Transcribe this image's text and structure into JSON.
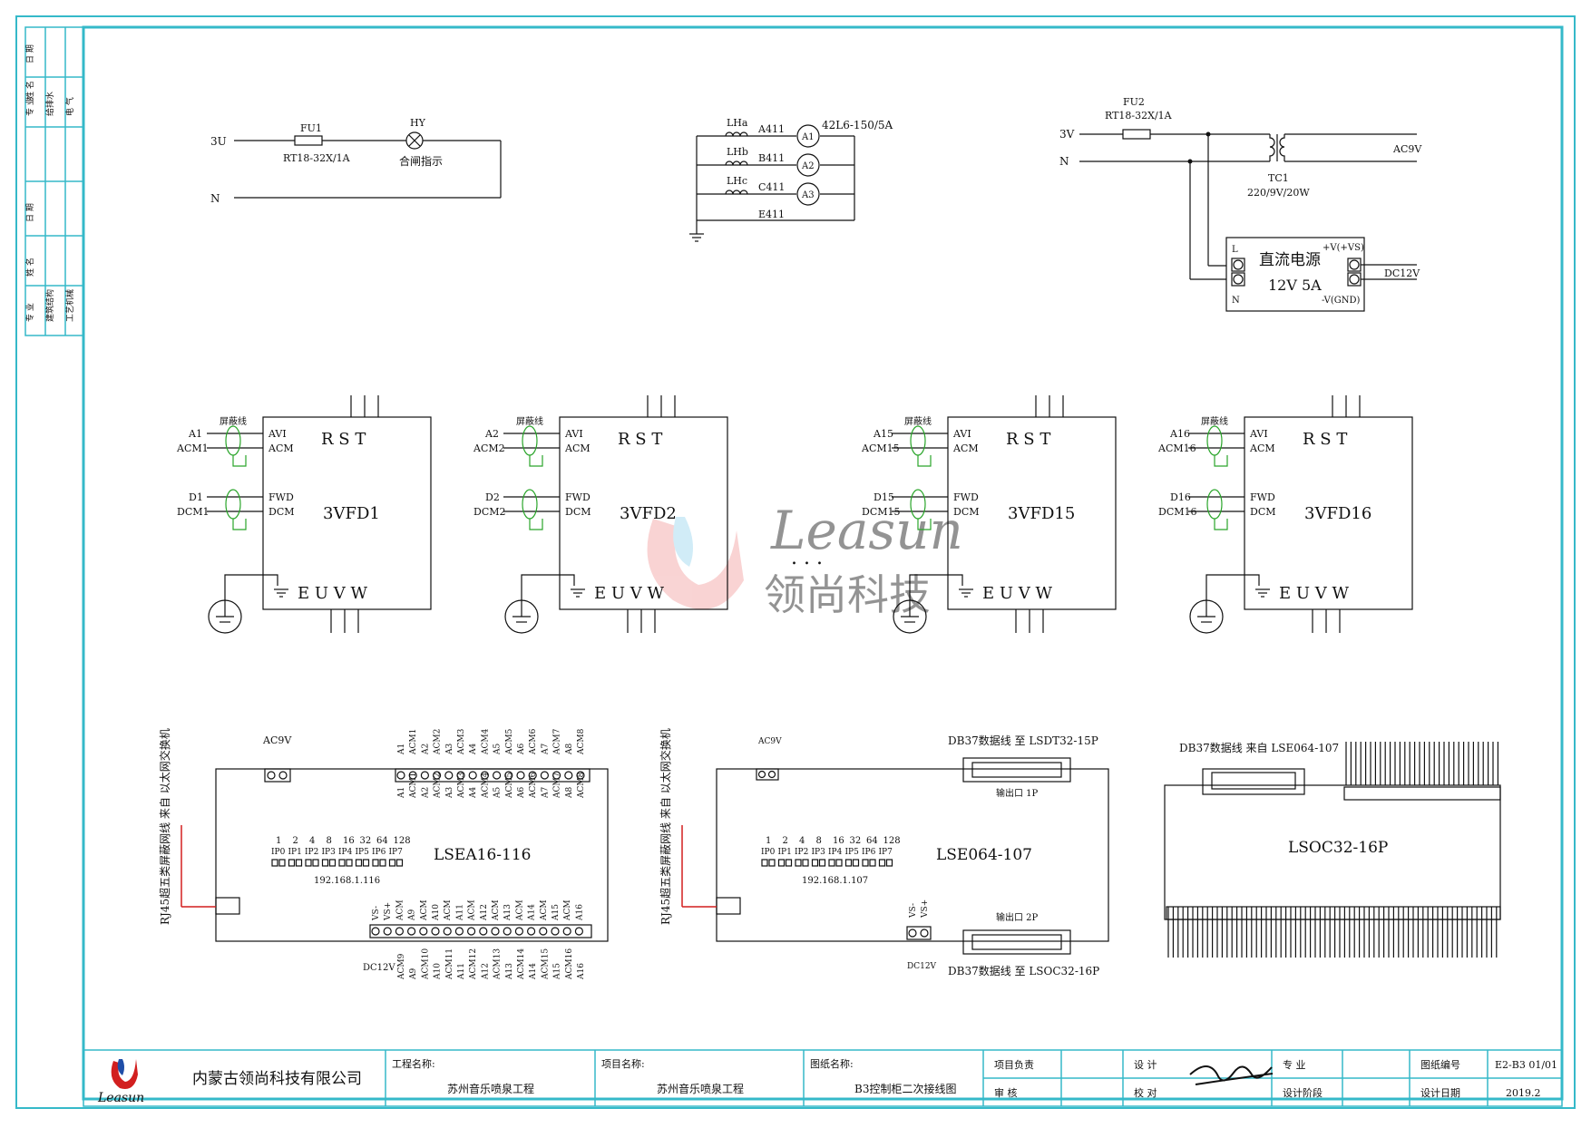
{
  "colors": {
    "frame": "#35b9c9",
    "line": "#111111",
    "accent_red": "#d21f1f",
    "watermark": "#9aa9d8",
    "logo_blue": "#1f4ea8",
    "company_green": "#1f8a3a"
  },
  "left_strip": {
    "row1": [
      "专 业",
      "姓 名",
      "日 期"
    ],
    "row1_vals": [
      "给排水",
      "",
      ""
    ],
    "row1_third": [
      "电 气",
      "",
      ""
    ],
    "row2": [
      "专 业",
      "姓 名",
      "日 期"
    ],
    "row2_vals": [
      "建筑结构",
      "",
      ""
    ],
    "row2_third": [
      "工艺机械",
      "",
      ""
    ]
  },
  "circuit_top_left": {
    "phase": "3U",
    "neutral": "N",
    "fuse": "FU1",
    "fuse_model": "RT18-32X/1A",
    "lamp": "HY",
    "lamp_label": "合闸指示"
  },
  "circuit_top_mid": {
    "ct": [
      "LHa",
      "LHb",
      "LHc"
    ],
    "lines": [
      "A411",
      "B411",
      "C411",
      "E411"
    ],
    "meters": [
      "A1",
      "A2",
      "A3"
    ],
    "meter_model": "42L6-150/5A"
  },
  "circuit_top_right": {
    "phase": "3V",
    "neutral": "N",
    "fuse": "FU2",
    "fuse_model": "RT18-32X/1A",
    "transformer": "TC1",
    "transformer_rating": "220/9V/20W",
    "ac_out": "AC9V",
    "psu_title": "直流电源",
    "psu_rating": "12V 5A",
    "psu_l": "L",
    "psu_n": "N",
    "psu_pos": "+V(+VS)",
    "psu_neg": "-V(GND)",
    "dc_out": "DC12V"
  },
  "vfds": [
    {
      "name": "3VFD1",
      "a": "A1",
      "acm": "ACM1",
      "d": "D1",
      "dcm": "DCM1"
    },
    {
      "name": "3VFD2",
      "a": "A2",
      "acm": "ACM2",
      "d": "D2",
      "dcm": "DCM2"
    },
    {
      "name": "3VFD15",
      "a": "A15",
      "acm": "ACM15",
      "d": "D15",
      "dcm": "DCM15"
    },
    {
      "name": "3VFD16",
      "a": "A16",
      "acm": "ACM16",
      "d": "D16",
      "dcm": "DCM16"
    }
  ],
  "vfd_common": {
    "shield": "屏蔽线",
    "avi": "AVI",
    "acm": "ACM",
    "fwd": "FWD",
    "dcm": "DCM",
    "rst": "R S T",
    "euvw": "E U V W",
    "ellipsis": ". . ."
  },
  "modules": {
    "lsea": {
      "name": "LSEA16-116",
      "rj45": "RJ45超五类屏蔽网线 来自 以太网交换机",
      "ac": "AC9V",
      "dc": "DC12V",
      "ip": "192.168.1.116",
      "bits": [
        "1",
        "2",
        "4",
        "8",
        "16",
        "32",
        "64",
        "128"
      ],
      "ips": [
        "IP0",
        "IP1",
        "IP2",
        "IP3",
        "IP4",
        "IP5",
        "IP6",
        "IP7"
      ],
      "top_pins": [
        "A1",
        "ACM1",
        "A2",
        "ACM2",
        "A3",
        "ACM3",
        "A4",
        "ACM4",
        "A5",
        "ACM5",
        "A6",
        "ACM6",
        "A7",
        "ACM7",
        "A8",
        "ACM8"
      ],
      "bot_pins": [
        "VS-",
        "VS+",
        "ACM",
        "A9",
        "ACM",
        "A10",
        "ACM",
        "A11",
        "ACM",
        "A12",
        "ACM",
        "A13",
        "ACM",
        "A14",
        "ACM",
        "A15",
        "ACM",
        "A16"
      ],
      "bot_ext": [
        "ACM9",
        "A9",
        "ACM10",
        "A10",
        "ACM11",
        "A11",
        "ACM12",
        "A12",
        "ACM13",
        "A13",
        "ACM14",
        "A14",
        "ACM15",
        "A15",
        "ACM16",
        "A16"
      ]
    },
    "lse": {
      "name": "LSE064-107",
      "rj45": "RJ45超五类屏蔽网线 来自 以太网交换机",
      "ac": "AC9V",
      "dc": "DC12V",
      "ip": "192.168.1.107",
      "db_top": "DB37数据线 至 LSDT32-15P",
      "db_bot": "DB37数据线 至 LSOC32-16P",
      "out1": "输出口 1P",
      "out2": "输出口 2P",
      "vs": [
        "VS-",
        "VS+"
      ]
    },
    "lsoc": {
      "name": "LSOC32-16P",
      "db": "DB37数据线 来自 LSE064-107"
    }
  },
  "watermark": {
    "en": "Leasun",
    "cn": "领尚科技"
  },
  "title_block": {
    "logo": "Leasun",
    "company": "内蒙古领尚科技有限公司",
    "project_label": "工程名称:",
    "project": "苏州音乐喷泉工程",
    "item_label": "项目名称:",
    "item": "苏州音乐喷泉工程",
    "drawing_label": "图纸名称:",
    "drawing": "B3控制柜二次接线图",
    "lead": "项目负责",
    "review": "审 核",
    "design": "设 计",
    "check": "校 对",
    "major": "专 业",
    "stage": "设计阶段",
    "no_label": "图纸编号",
    "date_label": "设计日期",
    "no": "E2-B3 01/01",
    "date": "2019.2"
  }
}
